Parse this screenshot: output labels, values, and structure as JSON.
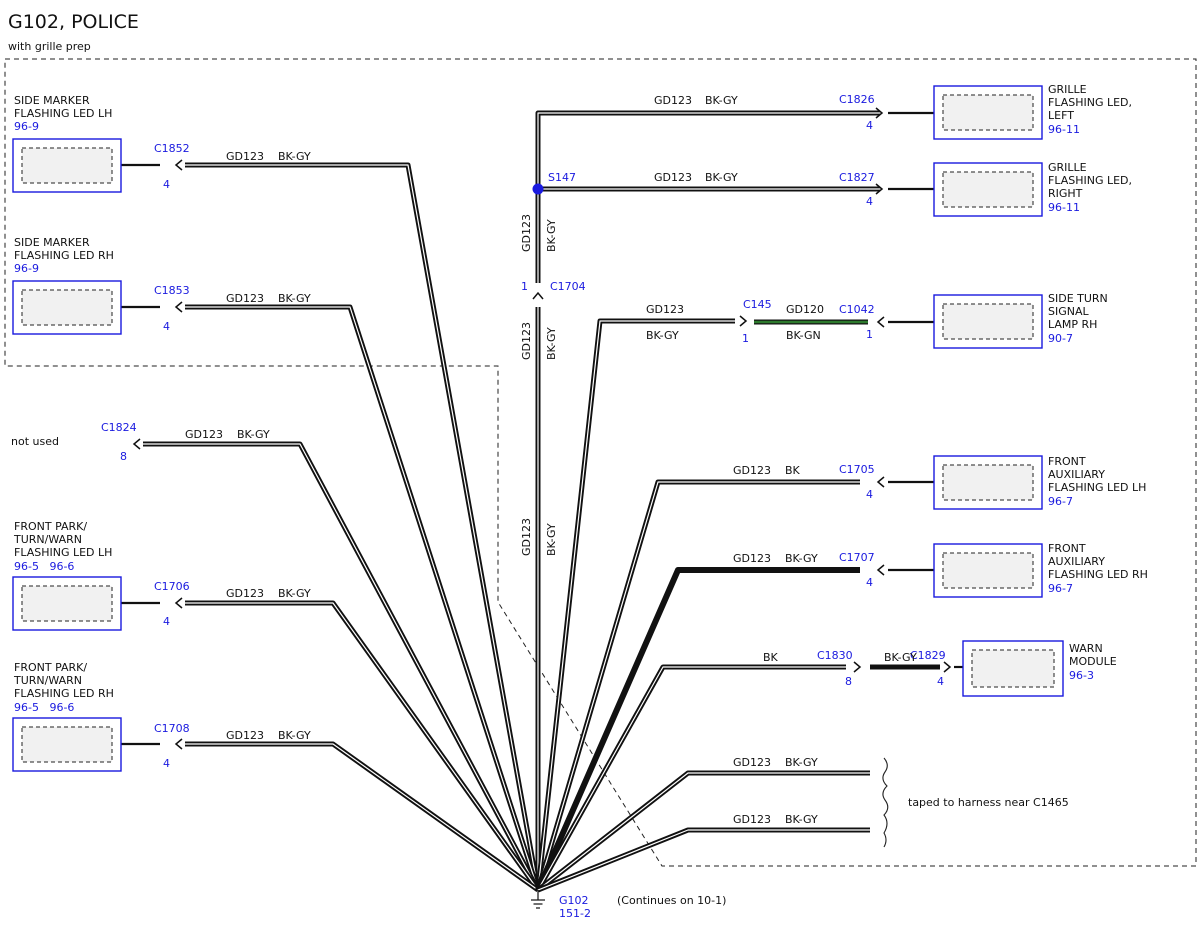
{
  "title": "G102, POLICE",
  "subtitle": "with grille prep",
  "ground": {
    "id": "G102",
    "ref": "151-2",
    "continues": "(Continues on 10-1)"
  },
  "splice": "S147",
  "taped_note": "taped to harness near C1465",
  "components": [
    {
      "lines": [
        "SIDE MARKER",
        "FLASHING LED LH"
      ],
      "ref": "96-9"
    },
    {
      "lines": [
        "SIDE MARKER",
        "FLASHING LED RH"
      ],
      "ref": "96-9"
    },
    {
      "lines": [
        "not used"
      ],
      "ref": ""
    },
    {
      "lines": [
        "FRONT PARK/",
        "TURN/WARN",
        "FLASHING LED LH"
      ],
      "ref": "96-5   96-6"
    },
    {
      "lines": [
        "FRONT PARK/",
        "TURN/WARN",
        "FLASHING LED RH"
      ],
      "ref": "96-5   96-6"
    },
    {
      "lines": [
        "GRILLE",
        "FLASHING LED,",
        "LEFT"
      ],
      "ref": "96-11"
    },
    {
      "lines": [
        "GRILLE",
        "FLASHING LED,",
        "RIGHT"
      ],
      "ref": "96-11"
    },
    {
      "lines": [
        "SIDE TURN",
        "SIGNAL",
        "LAMP RH"
      ],
      "ref": "90-7"
    },
    {
      "lines": [
        "FRONT",
        "AUXILIARY",
        "FLASHING LED LH"
      ],
      "ref": "96-7"
    },
    {
      "lines": [
        "FRONT",
        "AUXILIARY",
        "FLASHING LED RH"
      ],
      "ref": "96-7"
    },
    {
      "lines": [
        "WARN",
        "MODULE"
      ],
      "ref": "96-3"
    }
  ],
  "connectors": [
    {
      "id": "C1852",
      "pin": "4"
    },
    {
      "id": "C1853",
      "pin": "4"
    },
    {
      "id": "C1824",
      "pin": "8"
    },
    {
      "id": "C1706",
      "pin": "4"
    },
    {
      "id": "C1708",
      "pin": "4"
    },
    {
      "id": "C1826",
      "pin": "4"
    },
    {
      "id": "C1827",
      "pin": "4"
    },
    {
      "id": "C1704",
      "pin": "1"
    },
    {
      "id": "C145",
      "pin": "1"
    },
    {
      "id": "C1042",
      "pin": "1"
    },
    {
      "id": "C1705",
      "pin": "4"
    },
    {
      "id": "C1707",
      "pin": "4"
    },
    {
      "id": "C1830",
      "pin": "8"
    },
    {
      "id": "C1829",
      "pin": "4"
    }
  ],
  "wire_labels": [
    {
      "circuit": "GD123",
      "color": "BK-GY"
    },
    {
      "circuit": "GD123",
      "color": "BK-GY"
    },
    {
      "circuit": "GD123",
      "color": "BK-GY"
    },
    {
      "circuit": "GD123",
      "color": "BK-GY"
    },
    {
      "circuit": "GD123",
      "color": "BK-GY"
    },
    {
      "circuit": "GD123",
      "color": "BK-GY"
    },
    {
      "circuit": "GD123",
      "color": "BK-GY"
    },
    {
      "circuit": "GD123",
      "color": "BK-GY"
    },
    {
      "circuit": "GD123",
      "color": "BK-GY"
    },
    {
      "circuit": "GD123",
      "color": "BK-GY"
    },
    {
      "circuit": "GD120",
      "color": "BK-GN"
    },
    {
      "circuit": "GD123",
      "color": "BK-GY"
    },
    {
      "circuit": "GD123",
      "color": "BK"
    },
    {
      "circuit": "GD123",
      "color": "BK-GY"
    },
    {
      "circuit": "",
      "color": "BK"
    },
    {
      "circuit": "GD123",
      "color": "BK-GY"
    },
    {
      "circuit": "GD123",
      "color": "BK-GY"
    }
  ],
  "colors": {
    "reference_blue": "#1a1adf",
    "wire": "#111111",
    "green_wire": "#2d7a2d"
  }
}
